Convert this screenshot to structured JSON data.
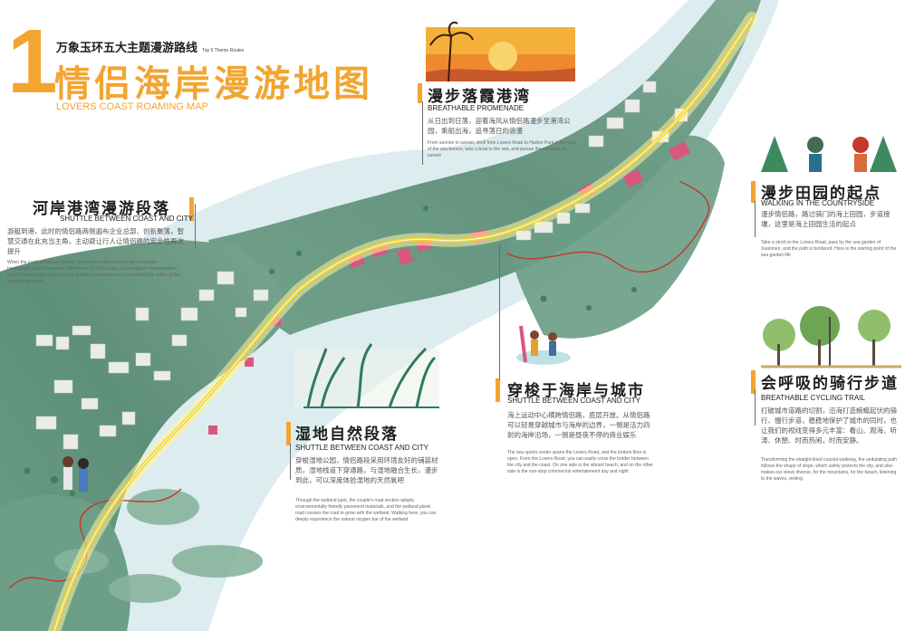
{
  "header": {
    "number": "1",
    "subtitle": "万象玉环五大主题漫游路线",
    "subtitle_en": "Top 5  Theme Routes",
    "title": "情侣海岸漫游地图",
    "title_en": "LOVERS COAST ROAMING MAP"
  },
  "sections": [
    {
      "id": "promenade",
      "title": "漫步落霞港湾",
      "title_en": "BREATHABLE PROMENADE",
      "body_zh": "从日出到日落，迎着海风从情侣路漫步至港湾公园，乘船出海，追寻落日的浪漫",
      "body_en": "From sunrise to sunset, stroll from Lovers Road to Harbor Park in the face of the sea breeze, take a boat to the sea, and pursue the romance of sunset"
    },
    {
      "id": "harbor",
      "title": "河岸港湾漫游段落",
      "title_en": "SHUTTLE BETWEEN COAST AND CITY",
      "body_zh": "游艇到港，此时的情侣路两侧遍布企业总部、创新聚落，智慧交通在此充当主角，主动避让行人让情侣路的安全性再次提升",
      "body_en": "When the yacht arrives at the port, the couple road is dotted with corporate headquarters and innovative settlements on both sides, and intelligent transportation plays a leading role here, actively avoiding pedestrians and improving the safety of the couple road again"
    },
    {
      "id": "countryside",
      "title": "漫步田园的起点",
      "title_en": "WALKING IN THE COUNTRYSIDE",
      "body_zh": "漫步情侣路，路过骑门的海上田园，步道接壤，这里是海上田园生活的起点",
      "body_en": "Take a stroll on the Lovers Road, pass by the sea garden of Xuanmen, and the path is bordered. Here is the starting point of the sea garden life"
    },
    {
      "id": "coastcity",
      "title": "穿梭于海岸与城市",
      "title_en": "SHUTTLE BETWEEN COAST AND CITY",
      "body_zh": "海上运动中心横跨情侣路，底层开放。从情侣路可以轻易穿越城市与海岸的边界，一侧是活力四射的海岸沿场，一侧是昼夜不停的商业娱乐",
      "body_en": "The sea sports center spans the Lovers Road, and the bottom floor is open. From the Lovers Road, you can easily cross the border between the city and the coast. On one side is the vibrant beach, and on the other side is the non-stop commercial entertainment day and night"
    },
    {
      "id": "cycling",
      "title": "会呼吸的骑行步道",
      "title_en": "BREATHABLE CYCLING TRAIL",
      "body_zh": "打破城市道路的切割，沿海打造蜿蜒起伏的骑行、慢行步道，稳稳地保护了城市的同时，也让我们的视线变得多元丰富：看山、观海、听涛、休憩、时而热闹，时而安静。",
      "body_en": "Transforming the straight-lined coastal walkway, the undulating path follows the shape of slope, which safely protects the city, and also makes our views diverse, for the mountains, for the beach, listening to the waves, resting."
    },
    {
      "id": "wetland",
      "title": "湿地自然段落",
      "title_en": "SHUTTLE BETWEEN COAST AND CITY",
      "body_zh": "穿梭湿地公园，情侣路段采用环境友好的铺装材质，湿地栈道下穿通路，与湿地融合生长，漫步到此，可以深度体验湿地的天然氧吧",
      "body_en": "Through the wetland park, the couple's road section adopts environmentally friendly pavement materials, and the wetland plank road crosses the road to grow with the wetland. Walking here, you can deeply experience the natural oxygen bar of the wetland"
    }
  ],
  "colors": {
    "accent": "#f2a531",
    "sea": "#d9eef0",
    "land": "#5f9a7e",
    "route": "#f5d22e",
    "building": "#d9567e"
  }
}
